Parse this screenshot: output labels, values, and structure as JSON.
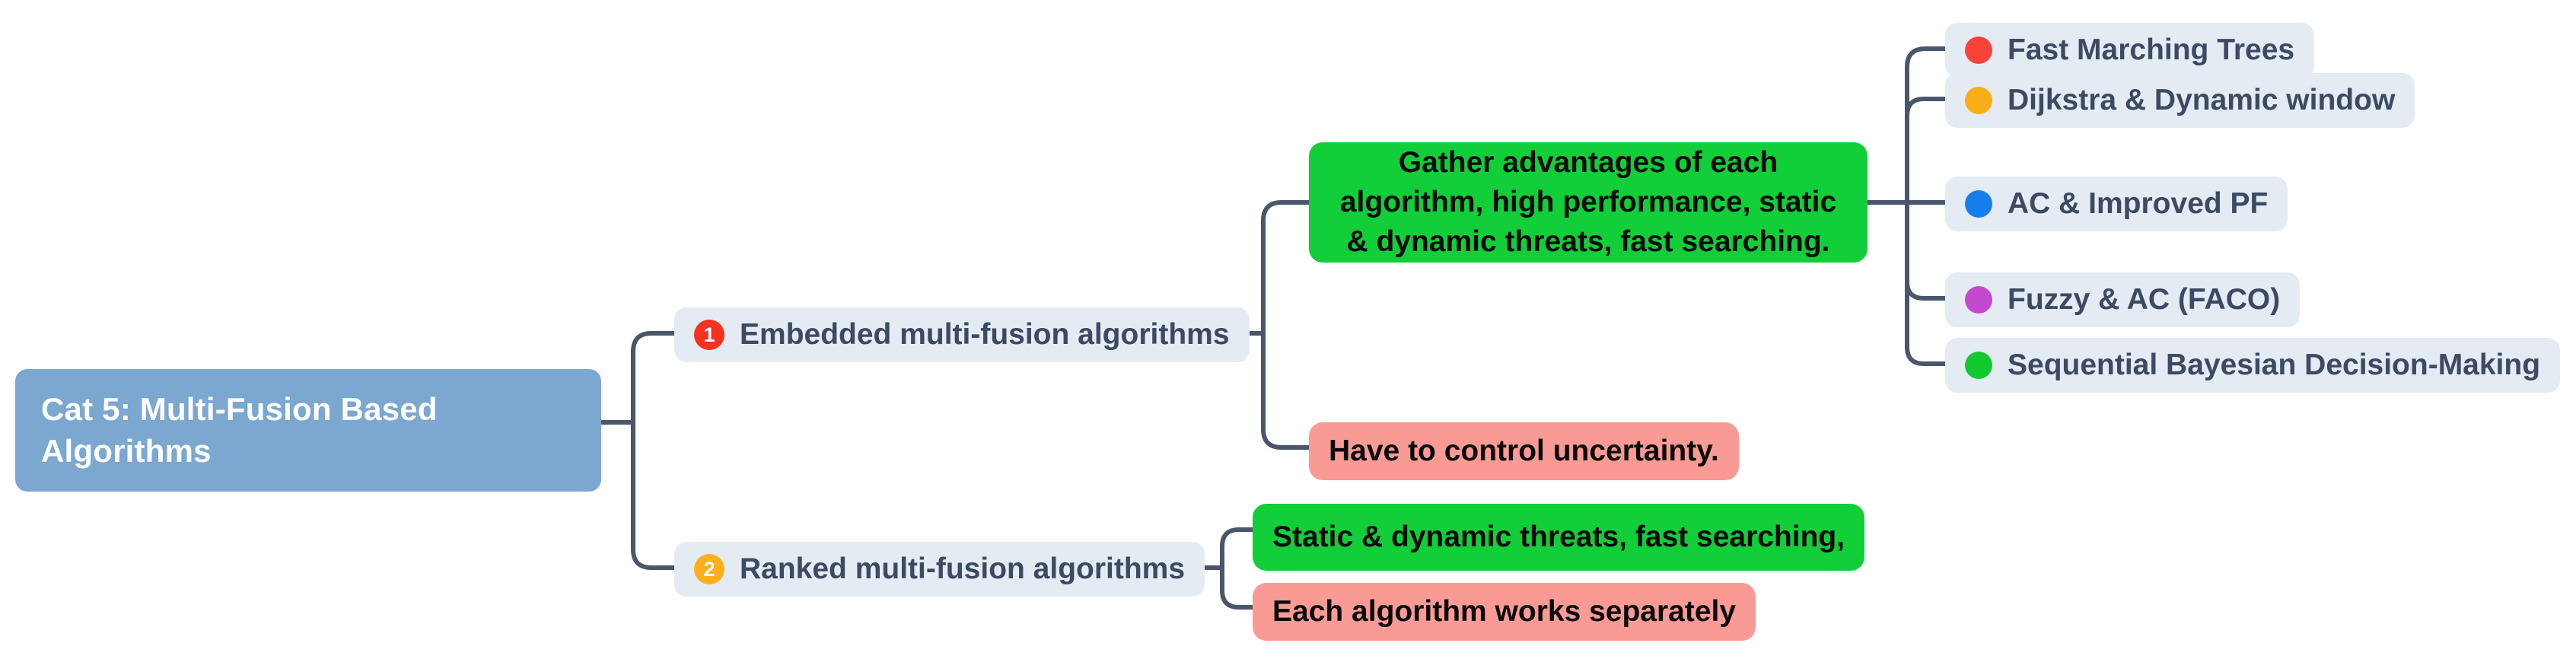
{
  "diagram": {
    "type": "mind-map",
    "background": "#ffffff",
    "connector_color": "#49566b"
  },
  "root": {
    "label": "Cat 5: Multi-Fusion Based Algorithms",
    "bg": "#7BA7D0",
    "text_color": "#ffffff"
  },
  "branches": [
    {
      "number": "1",
      "badge_color": "#F4321F",
      "label": "Embedded multi-fusion algorithms",
      "bg": "#E4EBF3"
    },
    {
      "number": "2",
      "badge_color": "#FBB01A",
      "label": "Ranked multi-fusion algorithms",
      "bg": "#E4EBF3"
    }
  ],
  "statements": {
    "branch1_pro": {
      "text": "Gather advantages of each algorithm, high performance, static & dynamic threats, fast searching.",
      "bg": "#11CE39",
      "kind": "advantage"
    },
    "branch1_con": {
      "text": "Have to control uncertainty.",
      "bg": "#F99A95",
      "kind": "limitation"
    },
    "branch2_pro": {
      "text": "Static & dynamic threats, fast searching,",
      "bg": "#11CE39",
      "kind": "advantage"
    },
    "branch2_con": {
      "text": "Each algorithm works separately",
      "bg": "#F99A95",
      "kind": "limitation"
    }
  },
  "algorithms": [
    {
      "label": "Fast Marching Trees",
      "dot_color": "#F9423A"
    },
    {
      "label": "Dijkstra & Dynamic window",
      "dot_color": "#F7AE17"
    },
    {
      "label": "AC & Improved PF",
      "dot_color": "#157EEA"
    },
    {
      "label": "Fuzzy & AC (FACO)",
      "dot_color": "#C248CE"
    },
    {
      "label": "Sequential Bayesian Decision-Making",
      "dot_color": "#12C92F"
    }
  ]
}
